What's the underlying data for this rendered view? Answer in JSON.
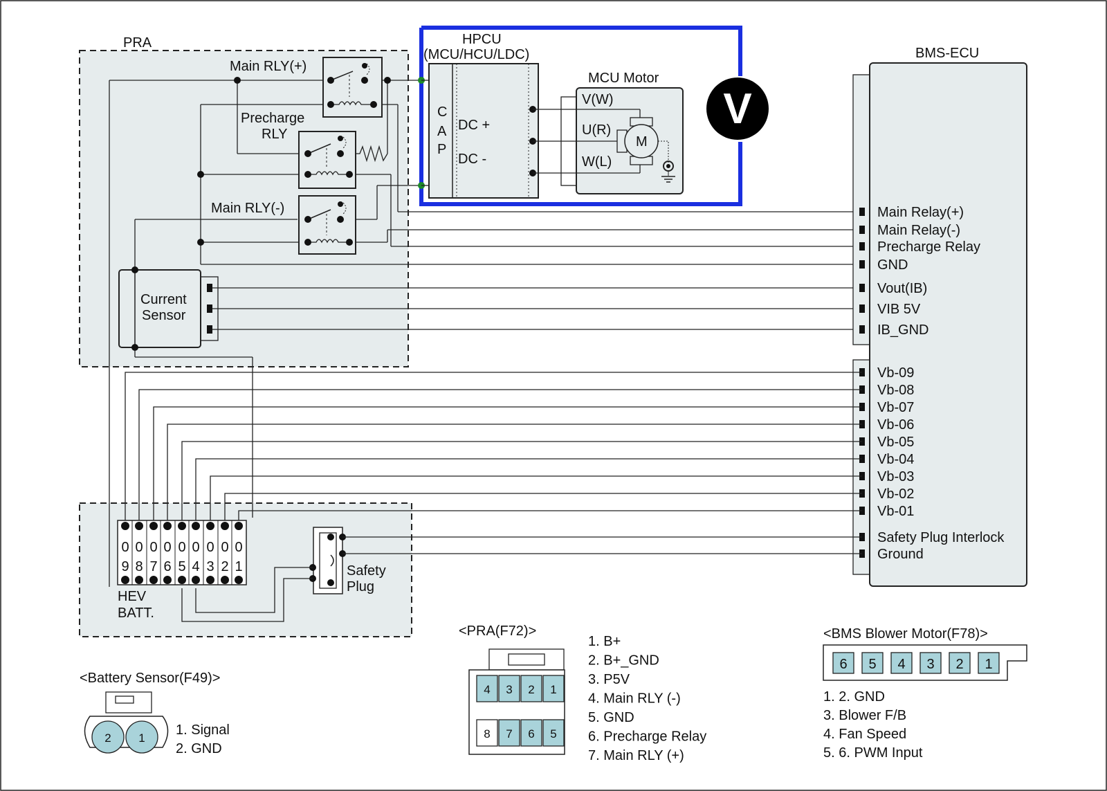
{
  "pra": {
    "title": "PRA",
    "main_rly_plus": "Main RLY(+)",
    "precharge_1": "Precharge",
    "precharge_2": "RLY",
    "main_rly_minus": "Main RLY(-)",
    "current_sensor_1": "Current",
    "current_sensor_2": "Sensor"
  },
  "hpcu": {
    "title_1": "HPCU",
    "title_2": "(MCU/HCU/LDC)",
    "cap_c": "C",
    "cap_a": "A",
    "cap_p": "P",
    "dc_plus": "DC +",
    "dc_minus": "DC -"
  },
  "mcu_motor": {
    "title": "MCU Motor",
    "v": "V(W)",
    "u": "U(R)",
    "w": "W(L)",
    "m": "M"
  },
  "voltmeter": {
    "label": "V"
  },
  "bms_ecu": {
    "title": "BMS-ECU",
    "pins": [
      "Main Relay(+)",
      "Main Relay(-)",
      "Precharge Relay",
      "GND",
      "Vout(IB)",
      "VIB 5V",
      "IB_GND",
      "Vb-09",
      "Vb-08",
      "Vb-07",
      "Vb-06",
      "Vb-05",
      "Vb-04",
      "Vb-03",
      "Vb-02",
      "Vb-01",
      "Safety Plug Interlock",
      "Ground"
    ]
  },
  "battery": {
    "label_1": "HEV",
    "label_2": "BATT.",
    "cells": [
      "0 9",
      "0 8",
      "0 7",
      "0 6",
      "0 5",
      "0 4",
      "0 3",
      "0 2",
      "0 1"
    ]
  },
  "safety_plug": {
    "label_1": "Safety",
    "label_2": "Plug"
  },
  "battery_sensor": {
    "title": "<Battery Sensor(F49)>",
    "pins": [
      "2",
      "1"
    ],
    "legend": [
      "1. Signal",
      "2. GND"
    ]
  },
  "pra_connector": {
    "title": "<PRA(F72)>",
    "top_pins": [
      "4",
      "3",
      "2",
      "1"
    ],
    "bottom_pins": [
      "8",
      "7",
      "6",
      "5"
    ],
    "legend": [
      "1. B+",
      "2. B+_GND",
      "3. P5V",
      "4. Main RLY (-)",
      "5. GND",
      "6. Precharge Relay",
      "7. Main RLY (+)"
    ]
  },
  "blower": {
    "title": "<BMS Blower Motor(F78)>",
    "pins": [
      "6",
      "5",
      "4",
      "3",
      "2",
      "1"
    ],
    "legend": [
      "1. 2. GND",
      "3. Blower F/B",
      "4. Fan Speed",
      "5. 6. PWM Input"
    ]
  },
  "colors": {
    "hv_loop": "#1a2fe0",
    "panel": "#e6eced",
    "pin_fill": "#a9d3da",
    "node_green": "#1e8a2a"
  }
}
